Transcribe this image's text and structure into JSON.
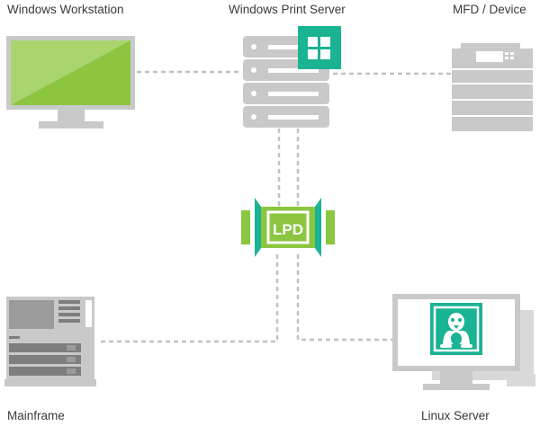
{
  "nodes": {
    "windows_workstation": "Windows Workstation",
    "windows_print_server": "Windows Print Server",
    "mfd_device": "MFD / Device",
    "mainframe": "Mainframe",
    "linux_server": "Linux Server"
  },
  "protocol": {
    "label": "LPD"
  },
  "icons": {
    "workstation": "monitor-icon",
    "print_server": "server-rack-icon",
    "windows_logo": "windows-logo-icon",
    "mfd": "printer-icon",
    "mainframe": "mainframe-icon",
    "linux": "tux-penguin-icon"
  },
  "colors": {
    "accent_green": "#8cc540",
    "teal": "#1ab394",
    "gray_device": "#c9c9c9",
    "connector": "#c2c2c2"
  }
}
